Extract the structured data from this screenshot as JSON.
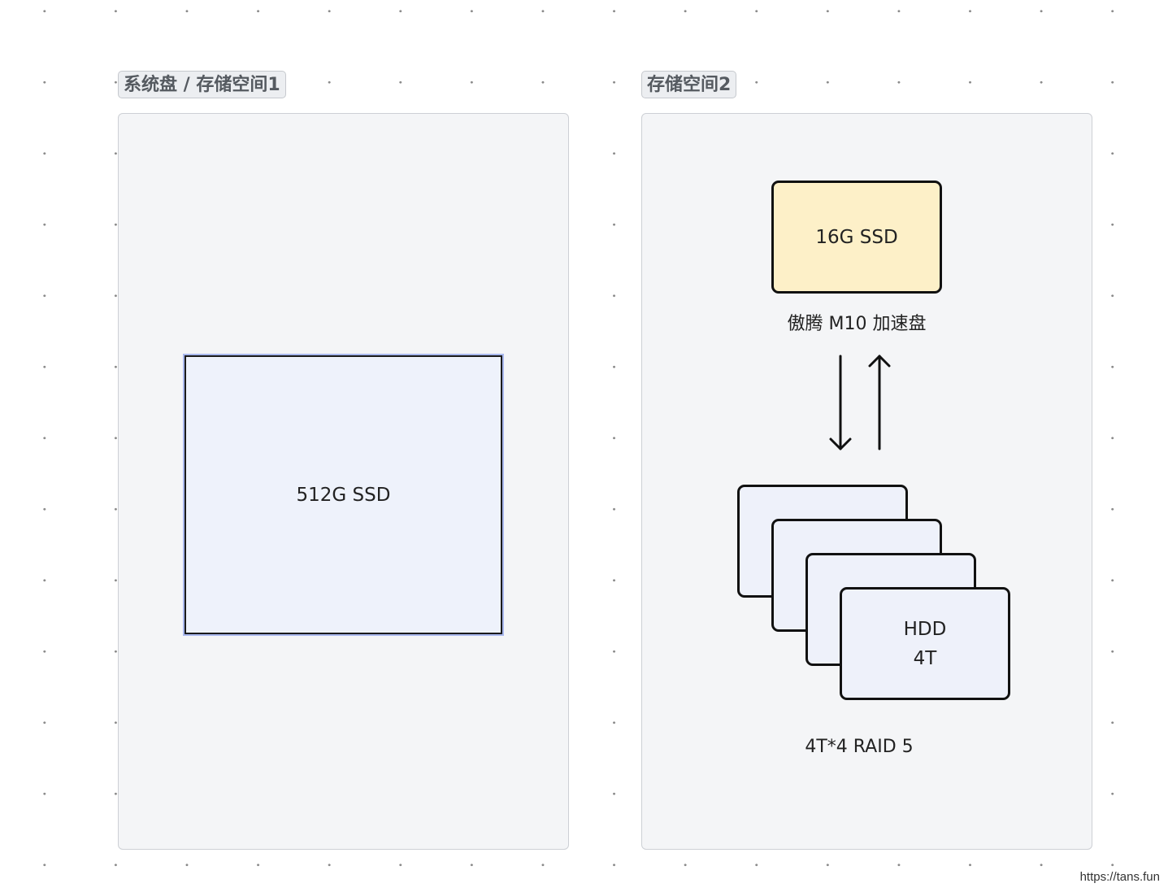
{
  "groups": [
    {
      "label": "系统盘 / 存储空间1",
      "nodes": [
        {
          "label": "512G SSD"
        }
      ]
    },
    {
      "label": "存储空间2",
      "cache": {
        "label": "16G SSD",
        "caption": "傲腾 M10 加速盘"
      },
      "array": {
        "disk_label": "HDD",
        "disk_size": "4T",
        "disk_count": 4,
        "caption": "4T*4 RAID 5"
      }
    }
  ],
  "colors": {
    "cache_fill": "#fdf0c8",
    "disk_fill": "#eef1fa",
    "panel_fill": "#f4f5f7",
    "selection_outline": "#a9b8ee"
  },
  "watermark": "https://tans.fun"
}
